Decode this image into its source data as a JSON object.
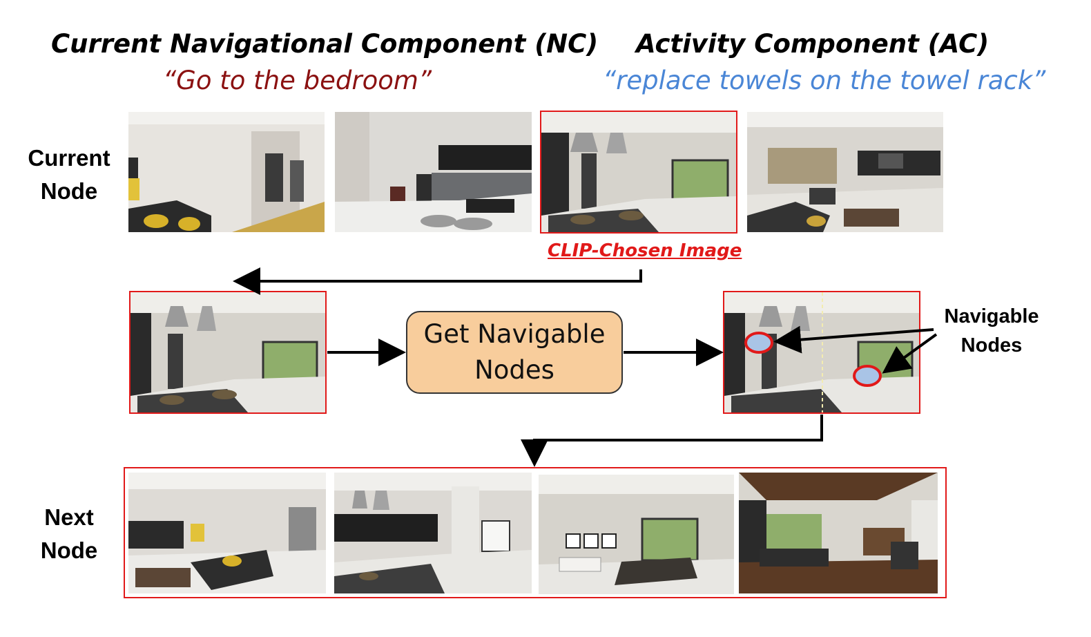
{
  "header": {
    "nc_title": "Current Navigational Component (NC)",
    "nc_quote": "“Go to the bedroom”",
    "ac_title": "Activity Component (AC)",
    "ac_quote": "“replace towels on the towel rack”"
  },
  "rows": {
    "current_node_line1": "Current",
    "current_node_line2": "Node",
    "next_node_line1": "Next",
    "next_node_line2": "Node"
  },
  "clip_label": "CLIP-Chosen Image",
  "process": {
    "line1": "Get Navigable",
    "line2": "Nodes"
  },
  "navigable_label": {
    "line1": "Navigable",
    "line2": "Nodes"
  },
  "colors": {
    "highlight_red": "#e11919",
    "nc_quote": "#8b1111",
    "ac_quote": "#4a86d6",
    "process_fill": "#f8cd9c",
    "node_marker": "#a9c4e6"
  }
}
